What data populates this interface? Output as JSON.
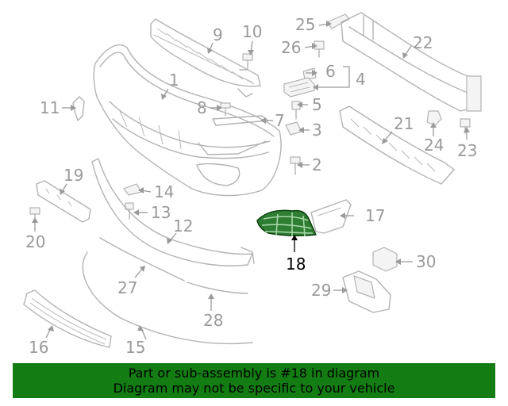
{
  "callouts": {
    "c1": "1",
    "c2": "2",
    "c3": "3",
    "c4": "4",
    "c5": "5",
    "c6": "6",
    "c7": "7",
    "c8": "8",
    "c9": "9",
    "c10": "10",
    "c11": "11",
    "c12": "12",
    "c13": "13",
    "c14": "14",
    "c15": "15",
    "c16": "16",
    "c17": "17",
    "c18": "18",
    "c19": "19",
    "c20": "20",
    "c21": "21",
    "c22": "22",
    "c23": "23",
    "c24": "24",
    "c25": "25",
    "c26": "26",
    "c27": "27",
    "c28": "28",
    "c29": "29",
    "c30": "30"
  },
  "highlighted_part": "18",
  "colors": {
    "highlight": "#2e7d32",
    "banner": "#137d13",
    "callout": "#9a9a9a"
  },
  "banner": {
    "line1": "Part or sub-assembly is #18 in diagram",
    "line2": "Diagram may not be specific to your vehicle"
  }
}
